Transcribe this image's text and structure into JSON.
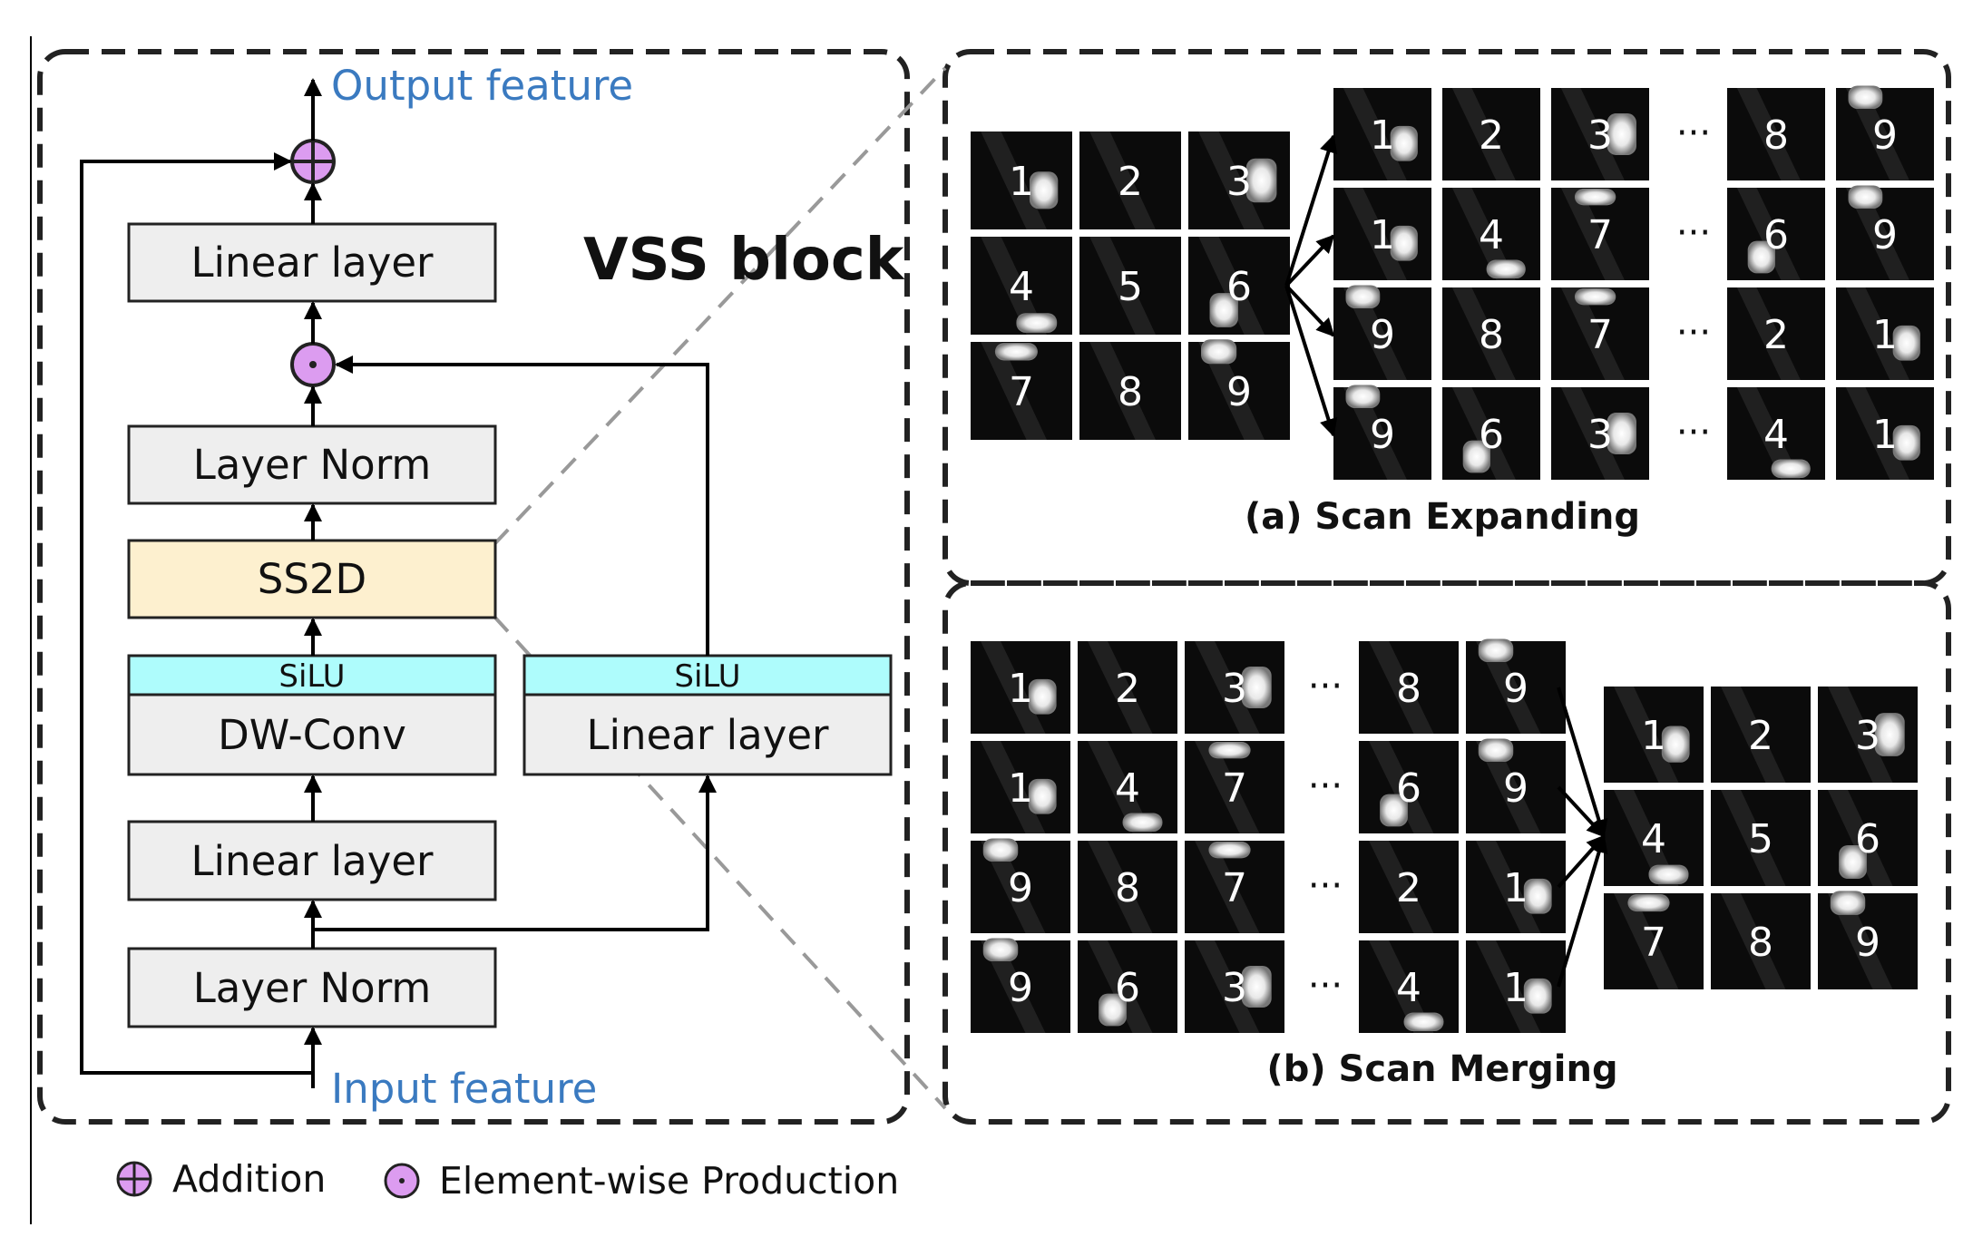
{
  "vss": {
    "title": "VSS block",
    "output_label": "Output feature",
    "input_label": "Input feature",
    "boxes": {
      "linear_top": "Linear layer",
      "layer_norm_top": "Layer Norm",
      "ss2d": "SS2D",
      "silu_left": "SiLU",
      "dw_conv": "DW-Conv",
      "silu_right": "SiLU",
      "linear_right": "Linear layer",
      "linear_mid": "Linear layer",
      "layer_norm_bottom": "Layer Norm"
    }
  },
  "scan_expanding": {
    "caption": "(a) Scan Expanding",
    "source_grid": [
      "1",
      "2",
      "3",
      "4",
      "5",
      "6",
      "7",
      "8",
      "9"
    ],
    "sequences": [
      [
        "1",
        "2",
        "3",
        "8",
        "9"
      ],
      [
        "1",
        "4",
        "7",
        "6",
        "9"
      ],
      [
        "9",
        "8",
        "7",
        "2",
        "1"
      ],
      [
        "9",
        "6",
        "3",
        "4",
        "1"
      ]
    ],
    "ellipsis": "···"
  },
  "scan_merging": {
    "caption": "(b) Scan Merging",
    "sequences": [
      [
        "1",
        "2",
        "3",
        "8",
        "9"
      ],
      [
        "1",
        "4",
        "7",
        "6",
        "9"
      ],
      [
        "9",
        "8",
        "7",
        "2",
        "1"
      ],
      [
        "9",
        "6",
        "3",
        "4",
        "1"
      ]
    ],
    "result_grid": [
      "1",
      "2",
      "3",
      "4",
      "5",
      "6",
      "7",
      "8",
      "9"
    ],
    "ellipsis": "···"
  },
  "legend": {
    "addition": "Addition",
    "production": "Element-wise Production"
  },
  "colors": {
    "box_fill": "#eeeeee",
    "ss2d_fill": "#fdf0cf",
    "silu_fill": "#aefcfc",
    "op_fill": "#dc9cf0",
    "label_blue": "#3a7ac0",
    "tile_bg": "#0b0b0b"
  }
}
